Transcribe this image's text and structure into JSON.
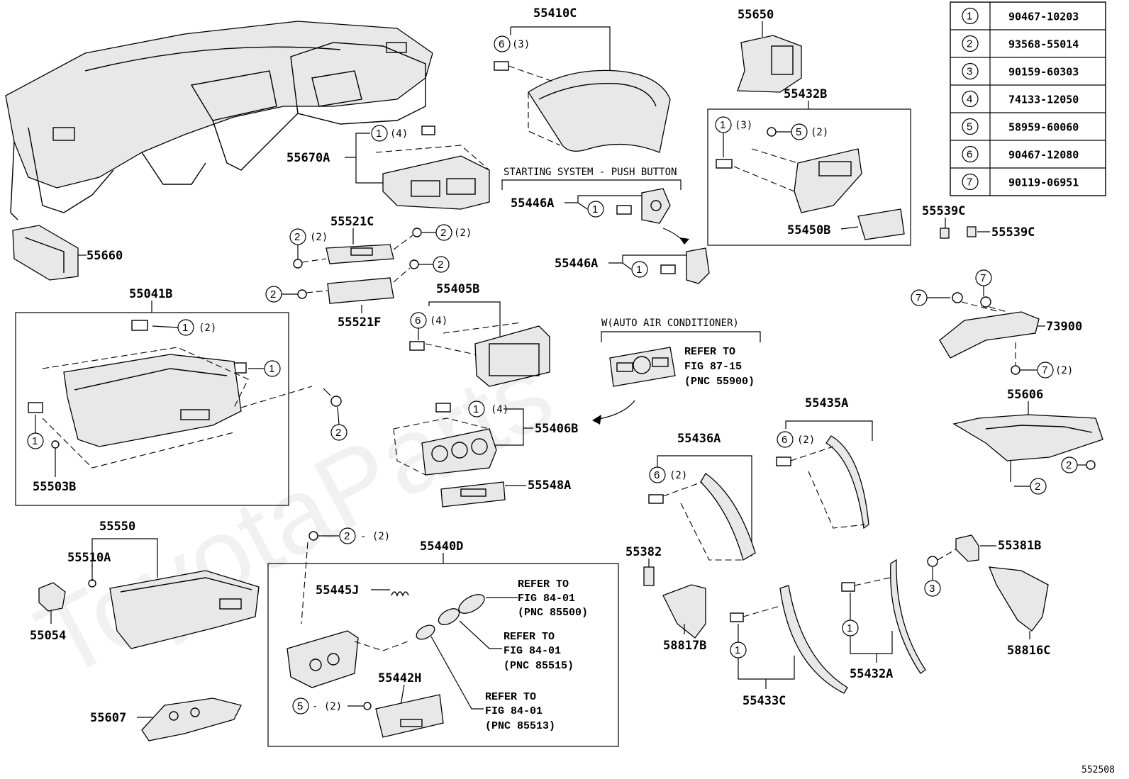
{
  "diagram": {
    "page_code": "552508",
    "watermark": "ToyotaParts",
    "legend": [
      {
        "n": "1",
        "part": "90467-10203"
      },
      {
        "n": "2",
        "part": "93568-55014"
      },
      {
        "n": "3",
        "part": "90159-60303"
      },
      {
        "n": "4",
        "part": "74133-12050"
      },
      {
        "n": "5",
        "part": "58959-60060"
      },
      {
        "n": "6",
        "part": "90467-12080"
      },
      {
        "n": "7",
        "part": "90119-06951"
      }
    ],
    "parts": {
      "p55410C": "55410C",
      "p55650": "55650",
      "p55432B": "55432B",
      "p55670A": "55670A",
      "p55446A_1": "55446A",
      "p55446A_2": "55446A",
      "p55450B": "55450B",
      "p55539C_1": "55539C",
      "p55539C_2": "55539C",
      "p55660": "55660",
      "p55521C": "55521C",
      "p55521F": "55521F",
      "p55041B": "55041B",
      "p55405B": "55405B",
      "p55406B": "55406B",
      "p55503B": "55503B",
      "p55548A": "55548A",
      "p73900": "73900",
      "p55606": "55606",
      "p55435A": "55435A",
      "p55436A": "55436A",
      "p55550": "55550",
      "p55510A": "55510A",
      "p55054": "55054",
      "p55440D": "55440D",
      "p55445J": "55445J",
      "p55442H": "55442H",
      "p55607": "55607",
      "p55382": "55382",
      "p58817B": "58817B",
      "p55433C": "55433C",
      "p55432A": "55432A",
      "p55381B": "55381B",
      "p58816C": "58816C"
    },
    "notes": {
      "starting_system": "STARTING SYSTEM - PUSH BUTTON",
      "auto_ac": "W(AUTO AIR CONDITIONER)",
      "ref_to": "REFER TO",
      "ref1_fig": "FIG 87-15",
      "ref1_pnc": "(PNC 55900)",
      "ref2_fig": "FIG 84-01",
      "ref2_pnc": "(PNC 85500)",
      "ref3_fig": "FIG 84-01",
      "ref3_pnc": "(PNC 85515)",
      "ref4_fig": "FIG 84-01",
      "ref4_pnc": "(PNC 85513)"
    },
    "callouts": {
      "c6x3": "(3)",
      "c1x4a": "(4)",
      "c1x3": "(3)",
      "c5x2a": "(2)",
      "c2x2a": "(2)",
      "c2x2b": "(2)",
      "c1x2a": "(2)",
      "c6x4": "(4)",
      "c1x4b": "(4)",
      "c7x2": "(2)",
      "c6x2a": "(2)",
      "c6x2b": "(2)",
      "c2x2c": "- (2)",
      "c5x2b": "- (2)"
    },
    "circle_numbers": {
      "one": "1",
      "two": "2",
      "three": "3",
      "five": "5",
      "six": "6",
      "seven": "7"
    }
  }
}
